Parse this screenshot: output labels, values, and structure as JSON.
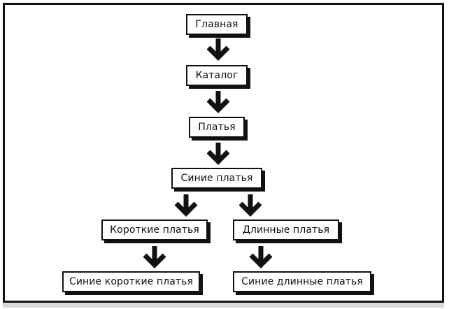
{
  "nodes": {
    "home": "Главная",
    "catalog": "Каталог",
    "dresses": "Платья",
    "blue_dresses": "Синие платья",
    "short_dresses": "Короткие платья",
    "long_dresses": "Длинные платья",
    "blue_short_dresses": "Синие короткие платья",
    "blue_long_dresses": "Синие длинные платья"
  },
  "colors": {
    "ink": "#111111",
    "background": "#ffffff",
    "strip": "#d9d9d9"
  }
}
